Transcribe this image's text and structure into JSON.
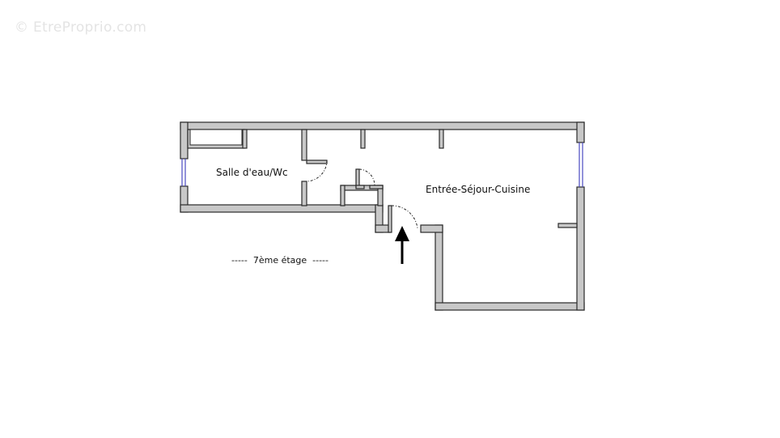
{
  "watermark": {
    "text": "© EtreProprio.com"
  },
  "rooms": [
    {
      "name": "Salle d'eau/Wc"
    },
    {
      "name": "Entrée-Séjour-Cuisine"
    }
  ],
  "floor": {
    "label": "-----  7ème étage  -----"
  },
  "entrance": {
    "icon": "arrow-up-icon"
  },
  "colors": {
    "wall_fill": "#c8c8c8",
    "wall_stroke": "#2a2a2a",
    "window": "#4a4ac0",
    "background": "#ffffff"
  }
}
